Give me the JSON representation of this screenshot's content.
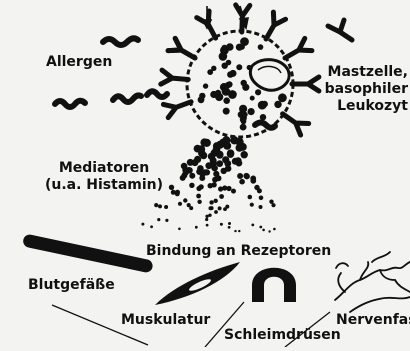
{
  "labels": {
    "allergen": "Allergen",
    "mastzelle_line1": "Mastzelle,",
    "mastzelle_line2": "basophiler",
    "mastzelle_line3": "Leukozyt",
    "mediatoren_line1": "Mediatoren",
    "mediatoren_line2": "(u.a. Histamin)",
    "bindung": "Bindung an Rezeptoren",
    "blutgefaesse": "Blutgefäße",
    "muskulatur": "Muskulatur",
    "schleimdruesen": "Schleimdrüsen",
    "nervenfasern": "Nervenfas"
  },
  "colors": {
    "ink": "#111111",
    "background": "#f3f3f1"
  }
}
